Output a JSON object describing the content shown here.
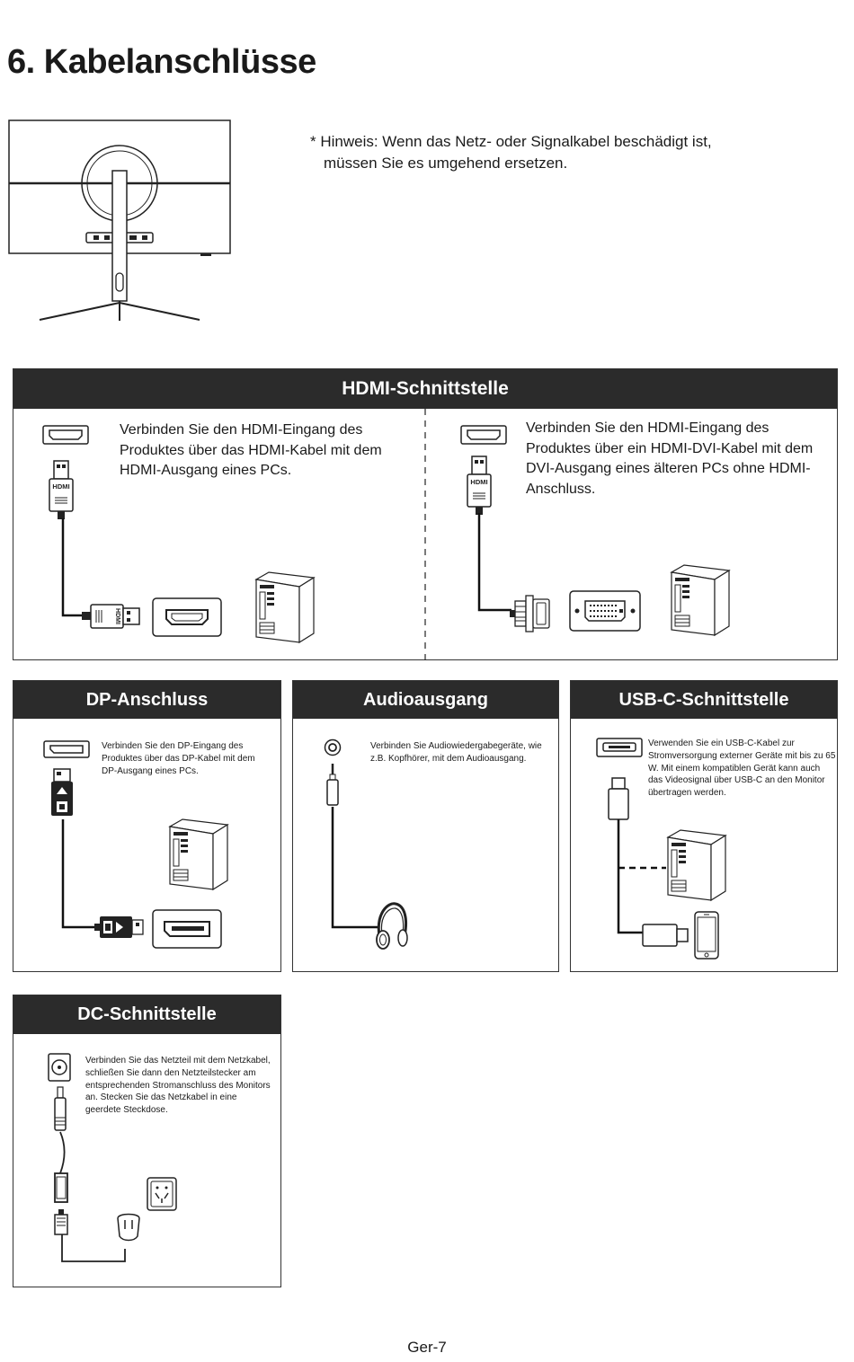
{
  "page": {
    "title": "6. Kabelanschlüsse",
    "note_line1": "* Hinweis: Wenn das Netz- oder Signalkabel beschädigt ist,",
    "note_line2": "müssen Sie es umgehend ersetzen.",
    "page_number": "Ger-7"
  },
  "hdmi": {
    "heading": "HDMI-Schnittstelle",
    "left_text": "Verbinden Sie den HDMI-Eingang des Produktes über das HDMI-Kabel mit dem HDMI-Ausgang eines PCs.",
    "right_text": "Verbinden Sie den HDMI-Eingang des Produktes über ein HDMI-DVI-Kabel mit dem DVI-Ausgang eines älteren PCs ohne HDMI-Anschluss.",
    "plug_label": "HDMI"
  },
  "dp": {
    "heading": "DP-Anschluss",
    "text": "Verbinden Sie den DP-Eingang des Produktes über das DP-Kabel mit dem DP-Ausgang eines PCs."
  },
  "audio": {
    "heading": "Audioausgang",
    "text": "Verbinden Sie Audiowiedergabegeräte, wie z.B. Kopfhörer, mit dem Audioausgang."
  },
  "usbc": {
    "heading": "USB-C-Schnittstelle",
    "text": "Verwenden Sie ein USB-C-Kabel zur Stromversorgung externer Geräte mit bis zu 65 W. Mit einem kompatiblen Gerät kann auch das Videosignal über USB-C an den Monitor übertragen werden."
  },
  "dc": {
    "heading": "DC-Schnittstelle",
    "text": "Verbinden Sie das Netzteil mit dem Netzkabel, schließen Sie dann den Netzteilstecker am entsprechenden Stromanschluss des Monitors an. Stecken Sie das Netzkabel in eine geerdete Steckdose."
  },
  "icons": [
    "monitor-back-icon",
    "hdmi-port-icon",
    "hdmi-plug-icon",
    "pc-tower-icon",
    "dvi-port-icon",
    "dvi-plug-icon",
    "displayport-port-icon",
    "displayport-plug-icon",
    "audio-jack-icon",
    "headphones-icon",
    "usb-c-port-icon",
    "usb-c-plug-icon",
    "smartphone-icon",
    "dc-jack-icon",
    "power-adapter-icon",
    "wall-socket-icon",
    "power-plug-icon"
  ]
}
